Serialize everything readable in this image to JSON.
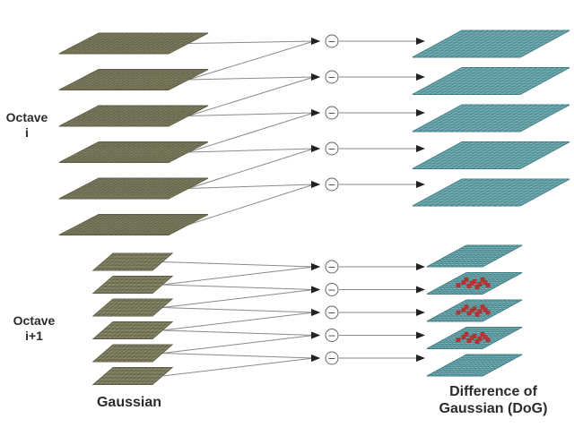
{
  "labels": {
    "octave_i": [
      "Octave",
      "i"
    ],
    "octave_i1": [
      "Octave",
      "i+1"
    ],
    "gaussian": "Gaussian",
    "dog": [
      "Difference of",
      "Gaussian (DoG)"
    ]
  },
  "octaves": [
    {
      "gaussian_layers": 6,
      "dog_layers": 5,
      "dog_keypoints": false
    },
    {
      "gaussian_layers": 6,
      "dog_layers": 5,
      "dog_keypoints": true
    }
  ],
  "operator_symbol": "−",
  "colors": {
    "gaussian_fill": "#9c9a7a",
    "gaussian_grid": "#5e5c44",
    "dog_fill": "#84bcc0",
    "dog_grid": "#3f7c84",
    "arrow": "#222222",
    "connector": "#8a8a8a",
    "keypoint": "#b03434",
    "text": "#2b2b2b"
  }
}
